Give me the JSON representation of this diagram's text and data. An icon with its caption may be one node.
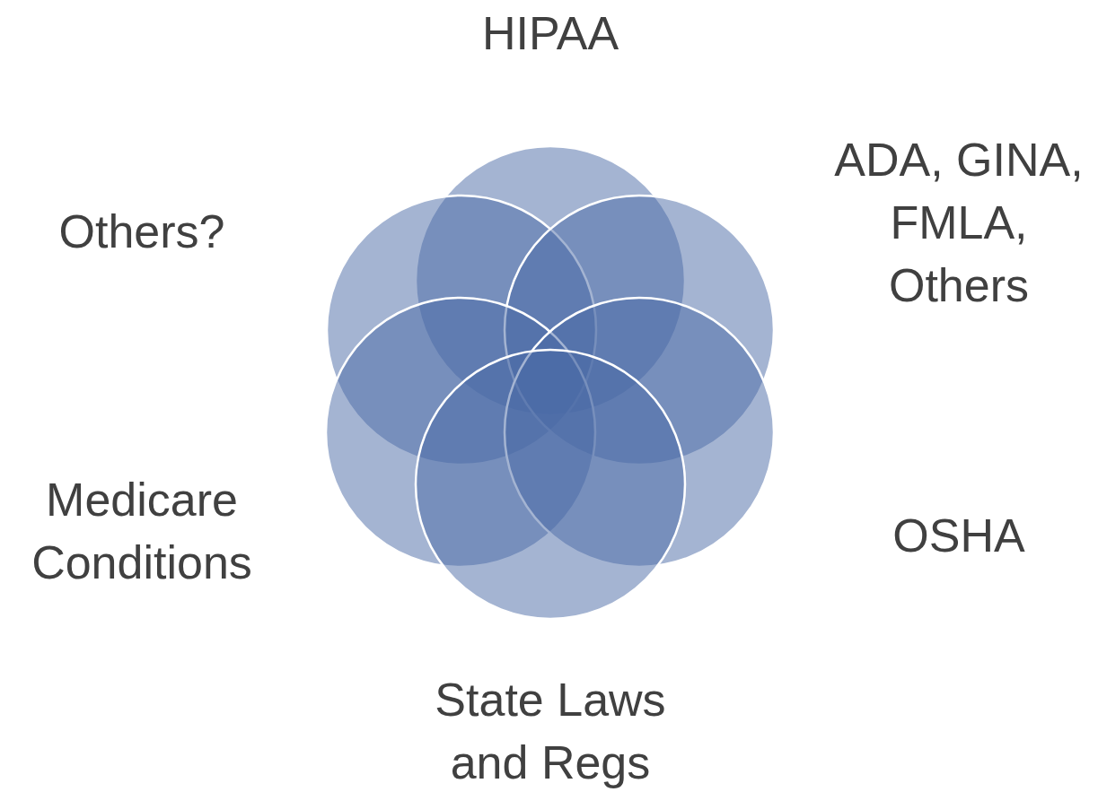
{
  "diagram": {
    "nodes": [
      {
        "text": [],
        "shape": "circle"
      },
      {
        "text": [],
        "shape": "circle"
      },
      {
        "text": [],
        "shape": "circle"
      },
      {
        "text": [],
        "shape": "circle"
      },
      {
        "text": [],
        "shape": "circle"
      },
      {
        "text": [],
        "shape": "circle"
      }
    ],
    "labels": [
      "HIPAA",
      "Others?",
      "ADA, GINA, FMLA, Others",
      "Medicare Conditions",
      "OSHA",
      "State Laws and Regs"
    ]
  }
}
